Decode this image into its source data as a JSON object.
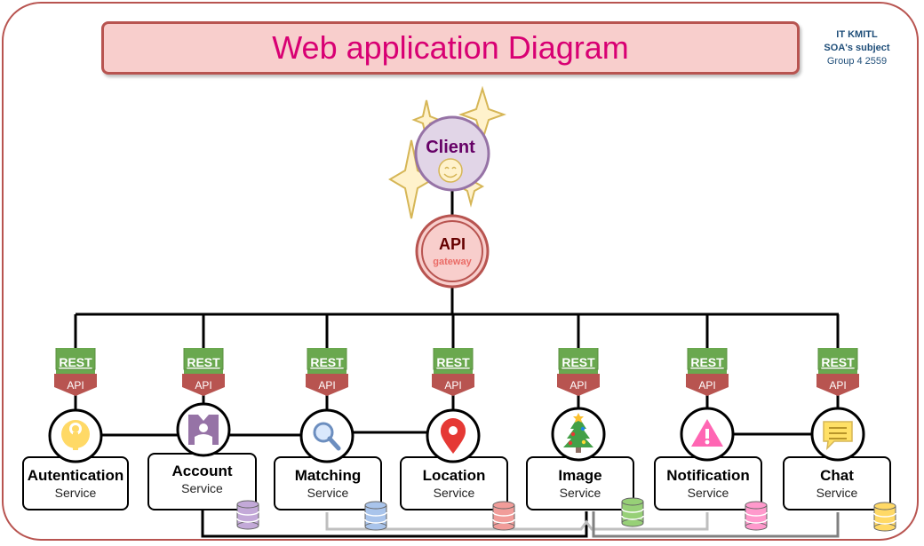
{
  "title": "Web application Diagram",
  "credits": {
    "line1": "IT KMITL",
    "line2": "SOA's subject",
    "line3": "Group 4 2559"
  },
  "client": {
    "label": "Client"
  },
  "gateway": {
    "label": "API",
    "sublabel": "gateway"
  },
  "rest_badge": {
    "top": "REST",
    "bottom": "API"
  },
  "services": [
    {
      "name": "Autentication",
      "sub": "Service",
      "icon": "key-icon"
    },
    {
      "name": "Account",
      "sub": "Service",
      "icon": "account-icon"
    },
    {
      "name": "Matching",
      "sub": "Service",
      "icon": "magnifier-icon"
    },
    {
      "name": "Location",
      "sub": "Service",
      "icon": "location-pin-icon"
    },
    {
      "name": "Image",
      "sub": "Service",
      "icon": "christmas-tree-icon"
    },
    {
      "name": "Notification",
      "sub": "Service",
      "icon": "warning-icon"
    },
    {
      "name": "Chat",
      "sub": "Service",
      "icon": "chat-bubble-icon"
    }
  ],
  "colors": {
    "frame": "#b85450",
    "title_fill": "#f8cecc",
    "title_text": "#d80073",
    "client_fill": "#e1d5e7",
    "client_stroke": "#9673a6",
    "client_text": "#660066",
    "gateway_fill": "#f8cecc",
    "gateway_stroke": "#b85450",
    "rest_green": "#6aa84f",
    "rest_red": "#b85450",
    "db_account": "#c3a9d8",
    "db_matching": "#a9c4eb",
    "db_location": "#f19c99",
    "db_image": "#97d077",
    "db_notification": "#ff99cc",
    "db_chat": "#ffd966"
  }
}
